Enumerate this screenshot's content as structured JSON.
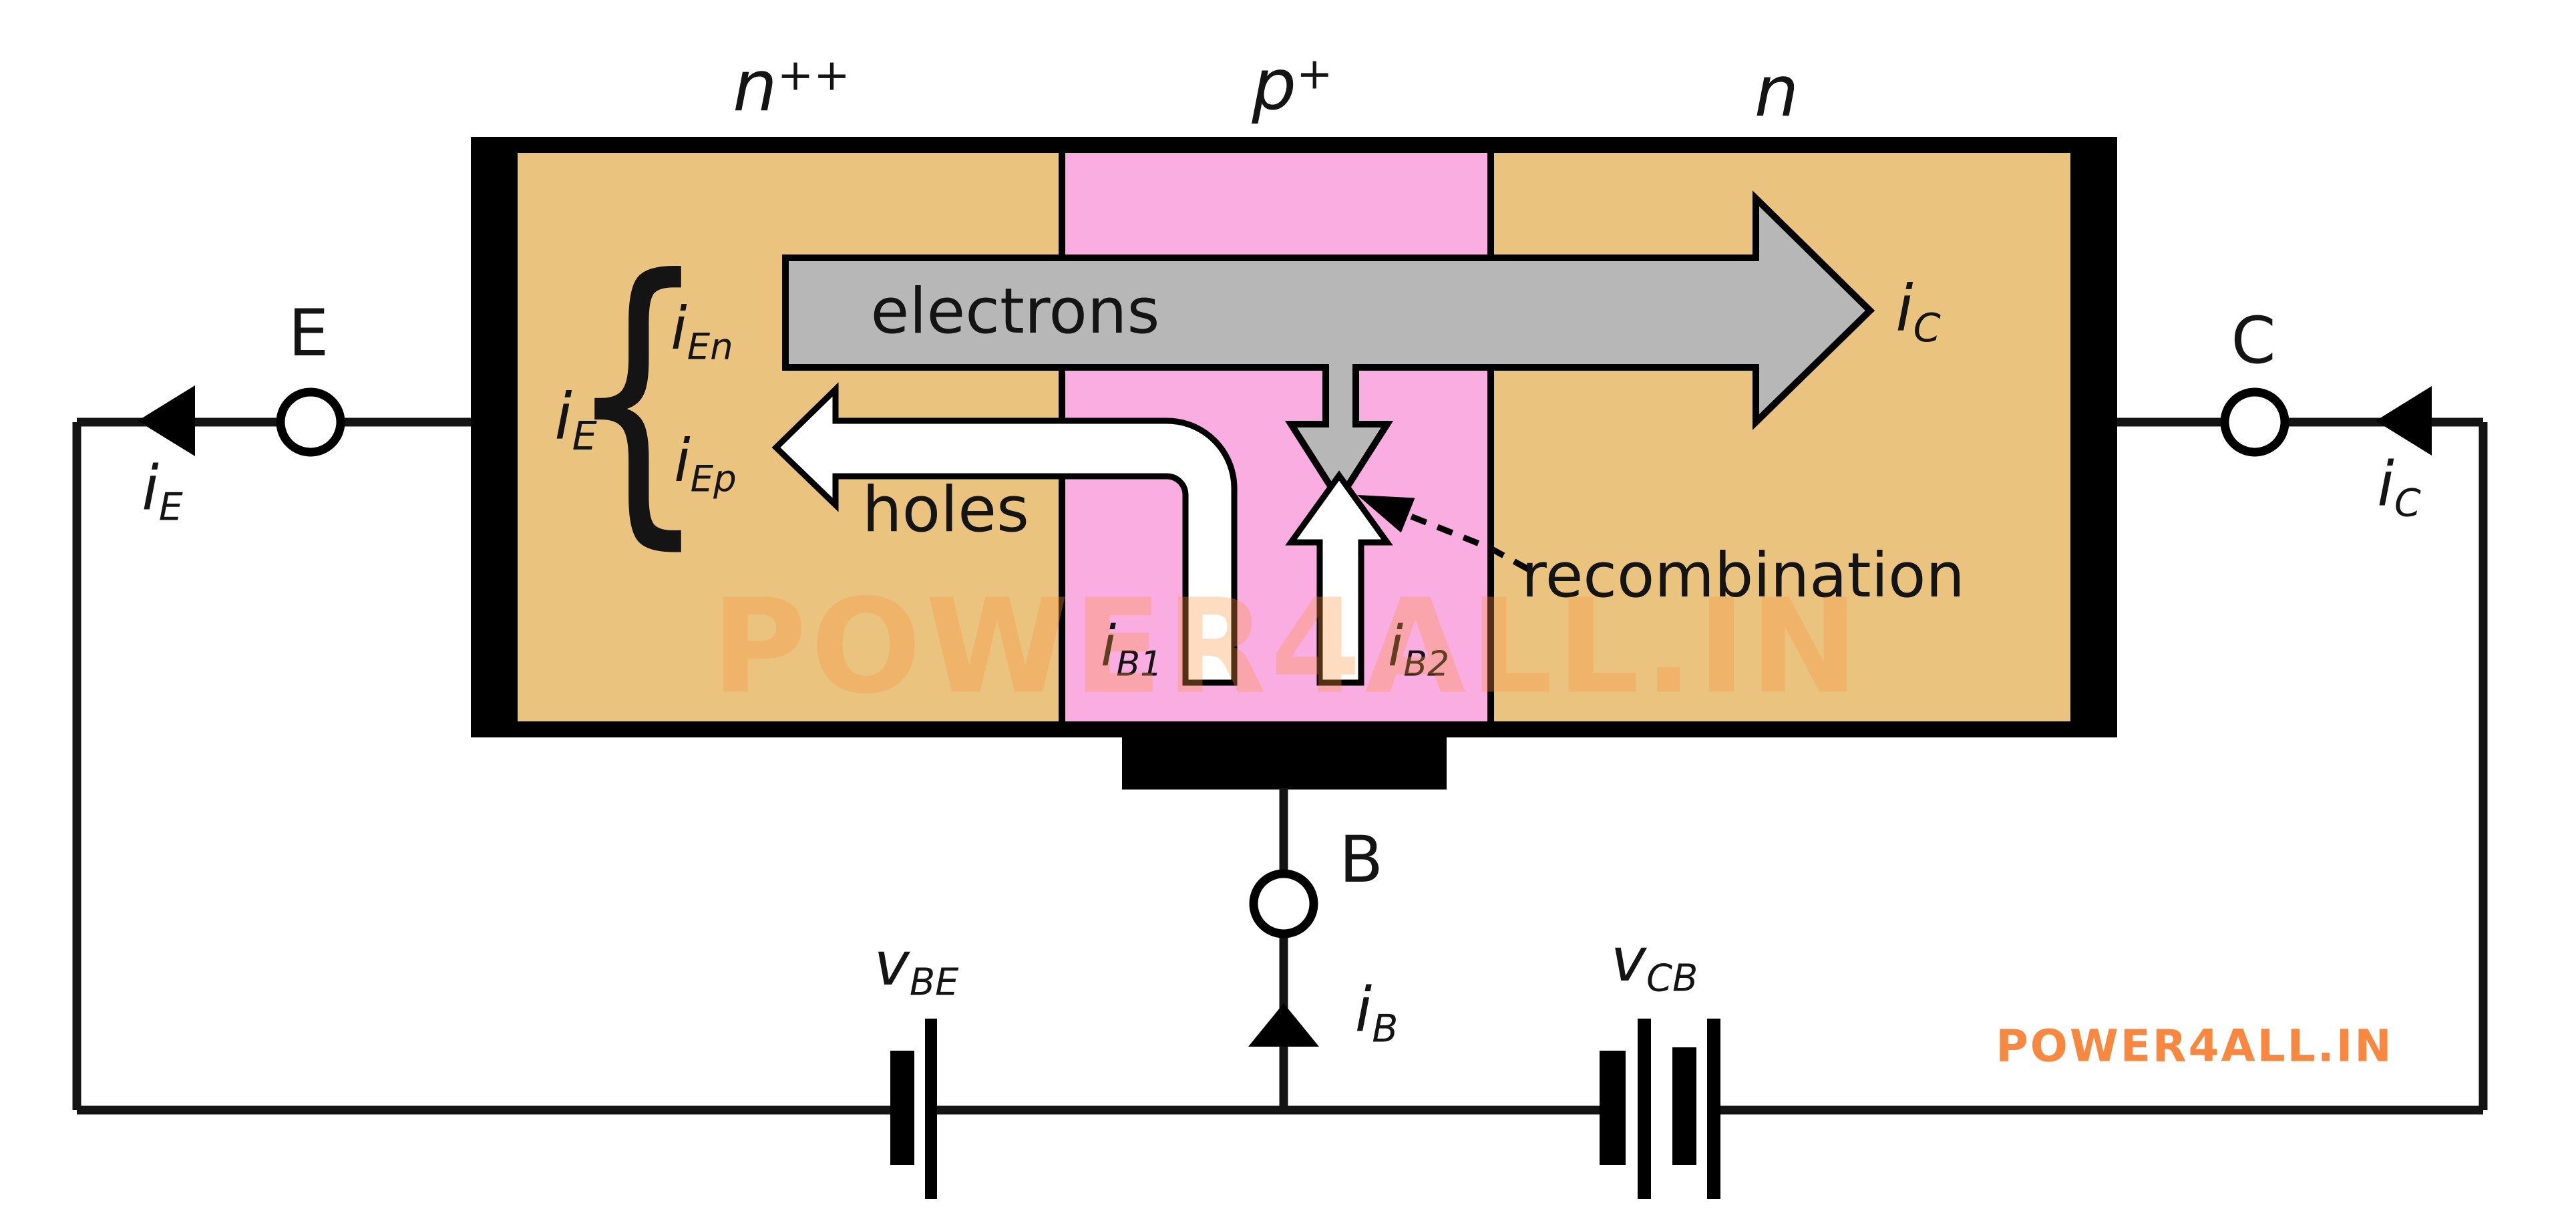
{
  "figure": {
    "type": "npn-transistor-current-flow-diagram"
  },
  "labels": {
    "region_emitter": {
      "base": "n",
      "sup": "++"
    },
    "region_base": {
      "base": "p",
      "sup": "+"
    },
    "region_collector": {
      "base": "n",
      "sup": ""
    },
    "electrons": "electrons",
    "holes": "holes",
    "recombination": "recombination",
    "brace": "{",
    "iE_inner": {
      "base": "i",
      "sub": "E"
    },
    "iEn": {
      "base": "i",
      "sub": "En"
    },
    "iEp": {
      "base": "i",
      "sub": "Ep"
    },
    "iC_inner": {
      "base": "i",
      "sub": "C"
    },
    "iB1": {
      "base": "i",
      "sub": "B1"
    },
    "iB2": {
      "base": "i",
      "sub": "B2"
    },
    "term_E": "E",
    "term_C": "C",
    "term_B": "B",
    "iE_wire": {
      "base": "i",
      "sub": "E"
    },
    "iC_wire": {
      "base": "i",
      "sub": "C"
    },
    "iB_wire": {
      "base": "i",
      "sub": "B"
    },
    "vBE": {
      "base": "v",
      "sub": "BE"
    },
    "vCB": {
      "base": "v",
      "sub": "CB"
    }
  },
  "watermark": {
    "faint": "POWER4ALL.IN",
    "bottom_right": "POWER4ALL.IN"
  },
  "colors": {
    "tan": "#eac37e",
    "pink": "#f9ade0",
    "gray": "#b7b7b7",
    "ink": "#141414",
    "white": "#ffffff",
    "orange": "#f8873f",
    "watermark_faint": "rgba(249,148,65,0.33)"
  }
}
